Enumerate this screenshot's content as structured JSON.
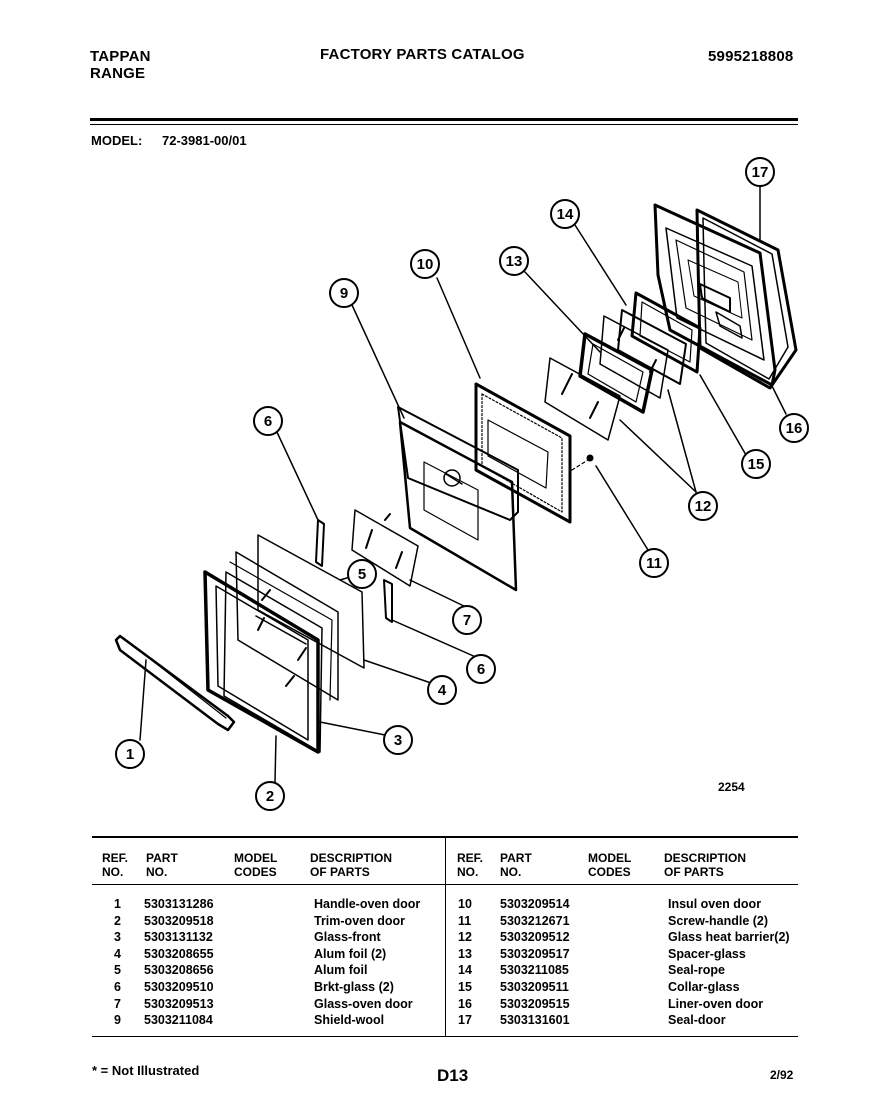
{
  "header": {
    "brand_line1": "TAPPAN",
    "brand_line2": "RANGE",
    "catalog_title": "FACTORY PARTS CATALOG",
    "catalog_number": "5995218808"
  },
  "model": {
    "label": "MODEL:",
    "value": "72-3981-00/01"
  },
  "diagram": {
    "code": "2254",
    "callouts": [
      "1",
      "2",
      "3",
      "4",
      "5",
      "6",
      "7",
      "6",
      "9",
      "10",
      "11",
      "12",
      "13",
      "14",
      "15",
      "16",
      "17"
    ]
  },
  "table": {
    "headers": {
      "ref": [
        "REF.",
        "NO."
      ],
      "part": [
        "PART",
        "NO."
      ],
      "codes": [
        "MODEL",
        "CODES"
      ],
      "desc": [
        "DESCRIPTION",
        "OF PARTS"
      ]
    },
    "left": [
      {
        "ref": "1",
        "part": "5303131286",
        "codes": "",
        "desc": "Handle-oven door"
      },
      {
        "ref": "2",
        "part": "5303209518",
        "codes": "",
        "desc": "Trim-oven door"
      },
      {
        "ref": "3",
        "part": "5303131132",
        "codes": "",
        "desc": "Glass-front"
      },
      {
        "ref": "4",
        "part": "5303208655",
        "codes": "",
        "desc": "Alum foil (2)"
      },
      {
        "ref": "5",
        "part": "5303208656",
        "codes": "",
        "desc": "Alum foil"
      },
      {
        "ref": "6",
        "part": "5303209510",
        "codes": "",
        "desc": "Brkt-glass (2)"
      },
      {
        "ref": "7",
        "part": "5303209513",
        "codes": "",
        "desc": "Glass-oven door"
      },
      {
        "ref": "9",
        "part": "5303211084",
        "codes": "",
        "desc": "Shield-wool"
      }
    ],
    "right": [
      {
        "ref": "10",
        "part": "5303209514",
        "codes": "",
        "desc": "Insul oven door"
      },
      {
        "ref": "11",
        "part": "5303212671",
        "codes": "",
        "desc": "Screw-handle (2)"
      },
      {
        "ref": "12",
        "part": "5303209512",
        "codes": "",
        "desc": "Glass heat barrier(2)"
      },
      {
        "ref": "13",
        "part": "5303209517",
        "codes": "",
        "desc": "Spacer-glass"
      },
      {
        "ref": "14",
        "part": "5303211085",
        "codes": "",
        "desc": "Seal-rope"
      },
      {
        "ref": "15",
        "part": "5303209511",
        "codes": "",
        "desc": "Collar-glass"
      },
      {
        "ref": "16",
        "part": "5303209515",
        "codes": "",
        "desc": "Liner-oven door"
      },
      {
        "ref": "17",
        "part": "5303131601",
        "codes": "",
        "desc": "Seal-door"
      }
    ]
  },
  "footer": {
    "note": "* = Not Illustrated",
    "page": "D13",
    "date": "2/92"
  }
}
